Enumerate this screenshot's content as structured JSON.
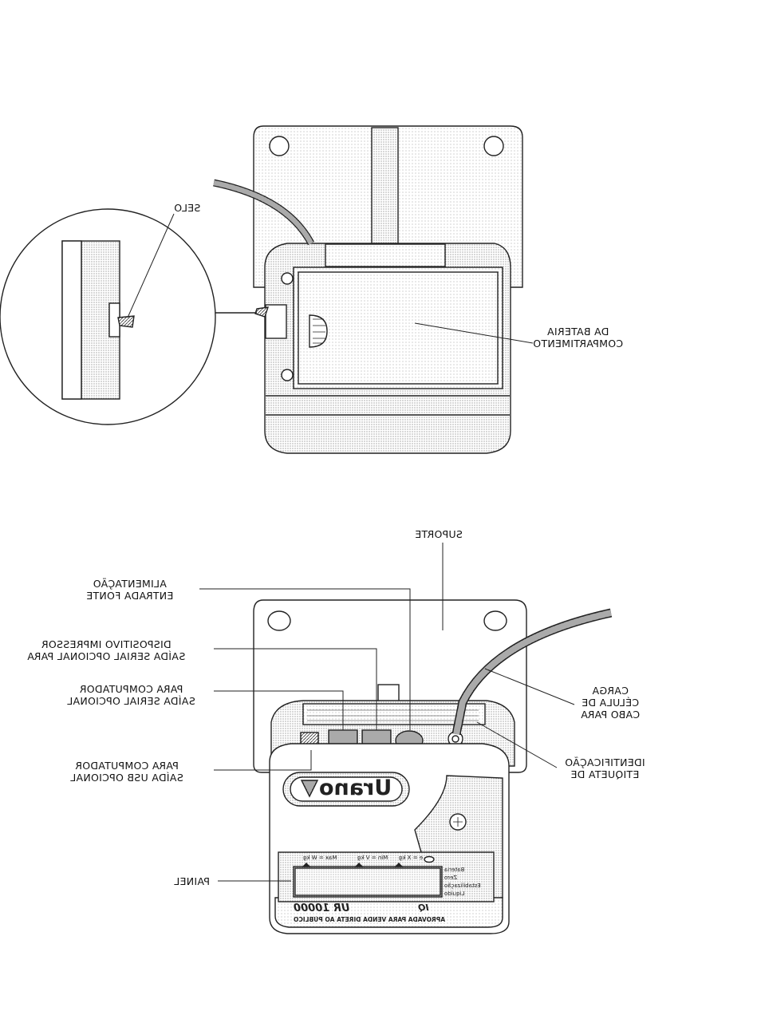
{
  "labels": {
    "selo": "SELO",
    "compartimento_1": "COMPARTIMENTO",
    "compartimento_2": "DA BATERIA",
    "suporte": "SUPORTE",
    "entrada_1": "ENTRADA FONTE",
    "entrada_2": "ALIMENTAÇÃO",
    "serial_imp_1": "SAÍDA SERIAL OPCIONAL PARA",
    "serial_imp_2": "DISPOSITIVO IMPRESSOR",
    "serial_comp_1": "SAÍDA SERIAL OPCIONAL",
    "serial_comp_2": "PARA COMPUTADOR",
    "usb_1": "SAÍDA USB OPCIONAL",
    "usb_2": "PARA COMPUTADOR",
    "cabo_1": "CABO PARA",
    "cabo_2": "CÉLULA DE",
    "cabo_3": "CARGA",
    "etiqueta_1": "ETIQUETA DE",
    "etiqueta_2": "IDENTIFICAÇÃO",
    "painel": "PAINEL"
  },
  "device": {
    "brand": "Urano",
    "model": "UR 10000",
    "panel_max": "Max = W kg",
    "panel_min": "Min = V kg",
    "panel_e": "e = X kg",
    "status_1": "Bateria",
    "status_2": "Zero",
    "status_3": "Estabilização",
    "status_4": "Líquido",
    "bottom_text": "APROVADA PARA VENDA DIRETA AO PÚBLICO",
    "id_tag": "IQ"
  }
}
